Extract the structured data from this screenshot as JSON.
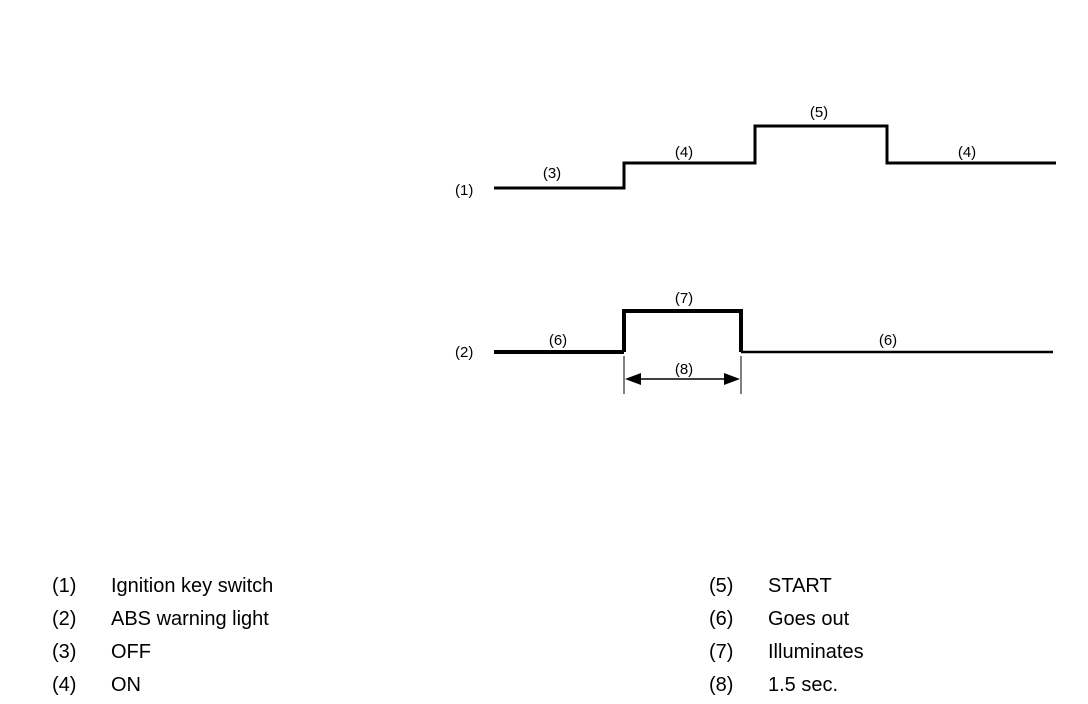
{
  "rows": {
    "ignition": {
      "marker": "(1)"
    },
    "abs_light": {
      "marker": "(2)"
    }
  },
  "segment_labels": {
    "off": "(3)",
    "on_first": "(4)",
    "start": "(5)",
    "on_second": "(4)",
    "goes_out_first": "(6)",
    "illuminates": "(7)",
    "goes_out_second": "(6)",
    "duration": "(8)"
  },
  "legend": {
    "left": [
      {
        "num": "(1)",
        "text": "Ignition key switch"
      },
      {
        "num": "(2)",
        "text": "ABS warning light"
      },
      {
        "num": "(3)",
        "text": "OFF"
      },
      {
        "num": "(4)",
        "text": "ON"
      }
    ],
    "right": [
      {
        "num": "(5)",
        "text": "START"
      },
      {
        "num": "(6)",
        "text": "Goes out"
      },
      {
        "num": "(7)",
        "text": "Illuminates"
      },
      {
        "num": "(8)",
        "text": "1.5 sec."
      }
    ]
  }
}
